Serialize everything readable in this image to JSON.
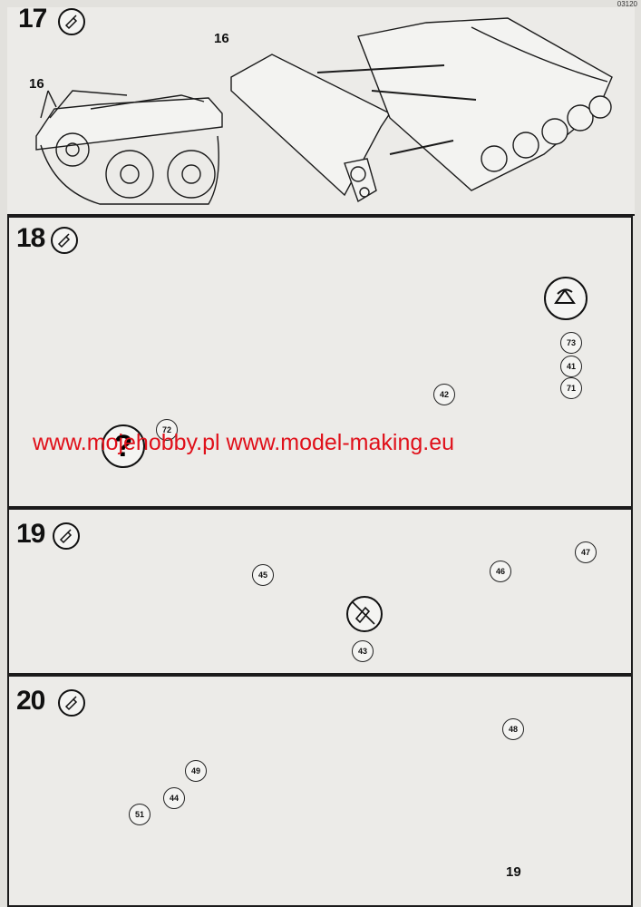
{
  "document": {
    "code": "03120",
    "watermark": "www.mojehobby.pl www.model-making.eu"
  },
  "steps": [
    {
      "number": "17",
      "labels": [
        "16",
        "16"
      ]
    },
    {
      "number": "18",
      "callouts": [
        "73",
        "41",
        "71",
        "42",
        "72"
      ]
    },
    {
      "number": "19",
      "callouts": [
        "45",
        "46",
        "47",
        "43"
      ]
    },
    {
      "number": "20",
      "callouts": [
        "48",
        "49",
        "44",
        "51"
      ],
      "labels": [
        "19"
      ]
    }
  ],
  "icons": {
    "glue": "glue-tube-icon",
    "rotate": "rotate-model-icon",
    "question": "question-mark-icon",
    "no_glue": "no-glue-icon"
  },
  "colors": {
    "watermark": "#e0101a",
    "line": "#1b1b1b",
    "paper": "#ecebe8"
  }
}
